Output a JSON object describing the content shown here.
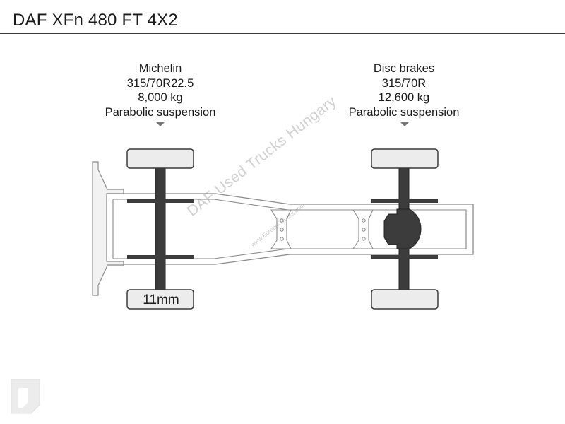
{
  "header": {
    "title": "DAF XFn 480 FT 4X2"
  },
  "front_axle": {
    "lines": [
      "Michelin",
      "315/70R22.5",
      "8,000 kg",
      "Parabolic suspension"
    ],
    "tyre_tread_label": "11mm"
  },
  "rear_axle": {
    "lines": [
      "Disc brakes",
      "315/70R",
      "12,600 kg",
      "Parabolic suspension"
    ]
  },
  "watermark": {
    "text": "DAF Used Trucks Hungary",
    "subtext": "www.Europe-Trucks.com"
  }
}
